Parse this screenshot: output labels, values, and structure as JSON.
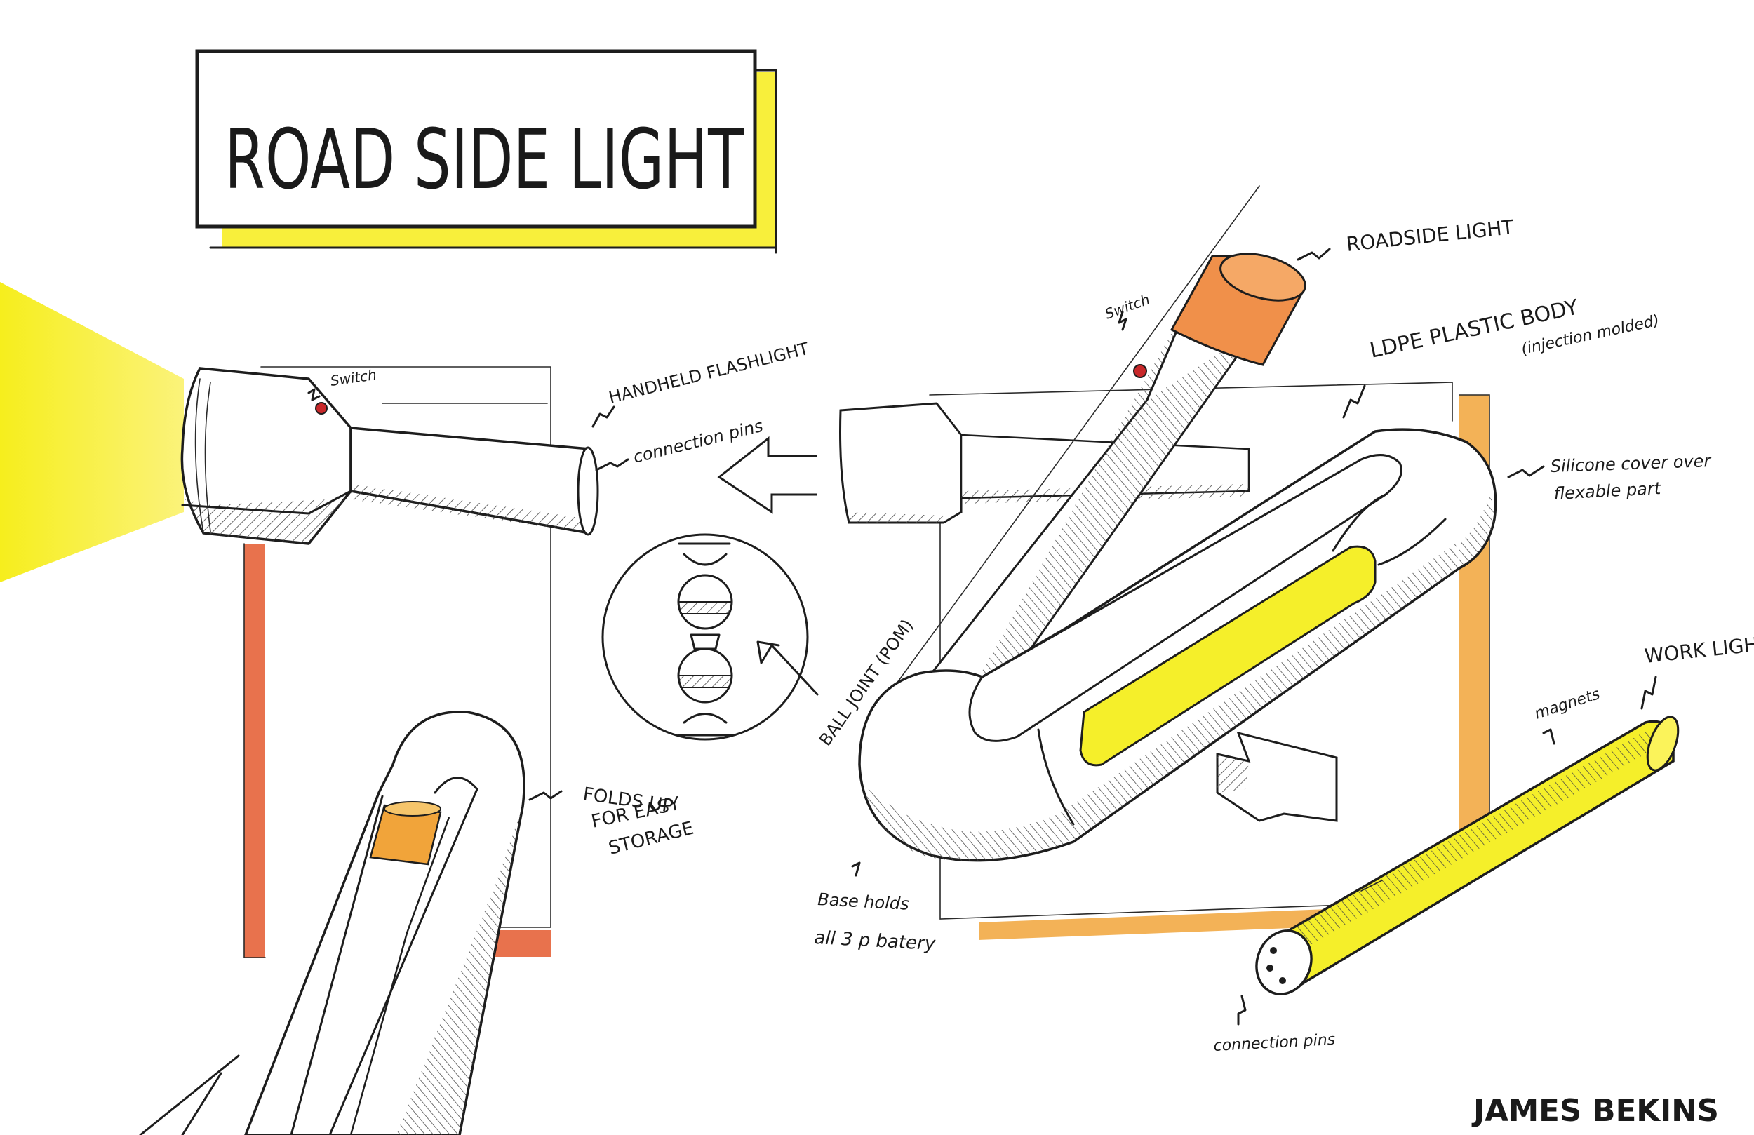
{
  "title": "ROAD SIDE LIGHT",
  "labels": {
    "switch_left": "Switch",
    "handheld": "HANDHELD FLASHLIGHT",
    "connection_pins_left": "connection pins",
    "folds_up_1": "FOLDS UP",
    "folds_up_2": "FOR EASY",
    "folds_up_3": "STORAGE",
    "ball_joint": "BALL JOINT (POM)",
    "switch_right": "Switch",
    "roadside_light": "ROADSIDE LIGHT",
    "ldpe_1": "LDPE PLASTIC BODY",
    "ldpe_2": "(injection molded)",
    "silicone_1": "Silicone cover over",
    "silicone_2": "flexable part",
    "base_1": "Base holds",
    "base_2": "all 3 p batery",
    "magnets": "magnets",
    "work_light": "WORK LIGHT",
    "connection_pins_right": "connection pins",
    "author": "JAMES BEKINS"
  },
  "colors": {
    "yellow": "#f5ef2a",
    "light_yellow": "#fbf35a",
    "orange": "#f1a43a",
    "red_orange": "#e8724d",
    "ink": "#1d1d1d",
    "switch_red": "#c8282a"
  }
}
